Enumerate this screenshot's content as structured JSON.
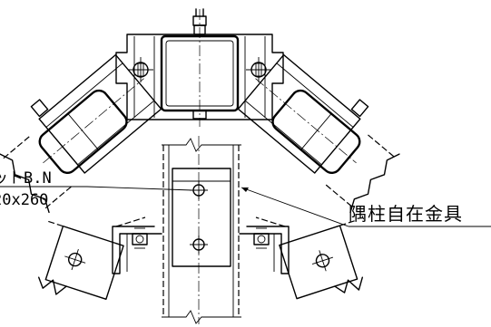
{
  "labels": {
    "bolt_callout_line1": "ットB.N",
    "bolt_callout_line2": "20x260",
    "hardware_callout": "隅柱自在金具"
  }
}
